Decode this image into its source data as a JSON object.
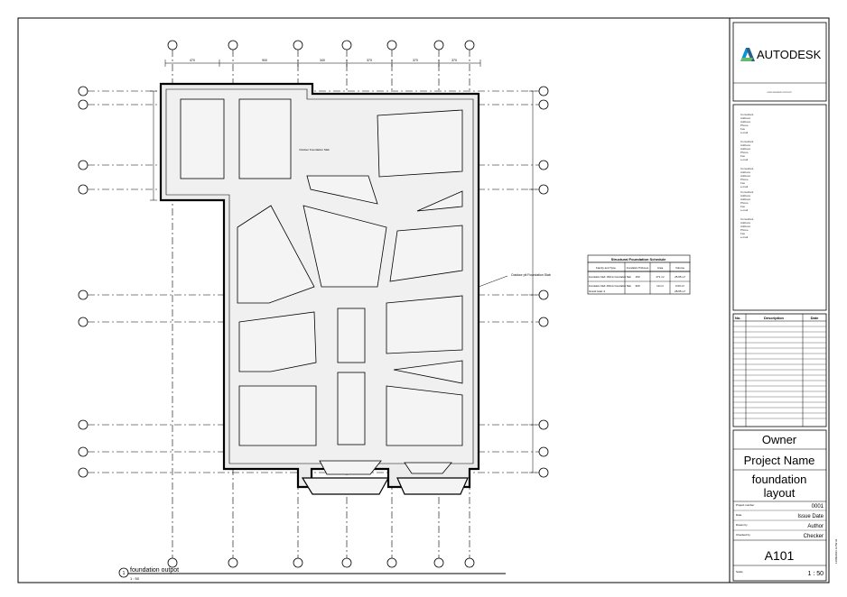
{
  "brand": {
    "name": "AUTODESK",
    "tagline": "www.autodesk.com/revit"
  },
  "plan": {
    "view_title": "foundation outpot",
    "view_number": "1",
    "view_scale": "1 : 50",
    "grid_bubbles_top": [
      "",
      "",
      "",
      "",
      "",
      "",
      ""
    ],
    "grid_bubbles_left": [
      "",
      "",
      "",
      "",
      "",
      "",
      "",
      "",
      ""
    ],
    "dims_top": [
      "470",
      "900",
      "340",
      "370",
      "370",
      "370"
    ],
    "notes": {
      "outdoor_slab": "Outdoor Foundation Slab",
      "callout": "Outdoor pit Foundation Slab"
    }
  },
  "schedule": {
    "title": "Structural Foundation Schedule",
    "headers": [
      "Family and Type",
      "Foundation Thickness",
      "Area",
      "Volume"
    ],
    "rows": [
      [
        "Foundation Slab: 150mm Foundation Slab",
        "150",
        "171 m²",
        "25.65 m³"
      ],
      [
        "Foundation Slab: 300mm Foundation Slab",
        "300",
        "10 m²",
        "3.00 m³"
      ]
    ],
    "total_label": "Grand total: 2",
    "total_value": "28.65 m³"
  },
  "consultants": [
    [
      "Consultant",
      "Address",
      "Address",
      "Phone",
      "Fax",
      "e-mail"
    ],
    [
      "Consultant",
      "Address",
      "Address",
      "Phone",
      "Fax",
      "e-mail"
    ],
    [
      "Consultant",
      "Address",
      "Address",
      "Phone",
      "Fax",
      "e-mail"
    ],
    [
      "Consultant",
      "Address",
      "Address",
      "Phone",
      "Fax",
      "e-mail"
    ],
    [
      "Consultant",
      "Address",
      "Address",
      "Phone",
      "Fax",
      "e-mail"
    ]
  ],
  "revisions": {
    "headers": [
      "No.",
      "Description",
      "Date"
    ]
  },
  "title_block": {
    "owner": "Owner",
    "project_name": "Project Name",
    "sheet_name_line1": "foundation",
    "sheet_name_line2": "layout",
    "fields": [
      {
        "label": "Project number",
        "value": "0001"
      },
      {
        "label": "Date",
        "value": "Issue Date"
      },
      {
        "label": "Drawn by",
        "value": "Author"
      },
      {
        "label": "Checked by",
        "value": "Checker"
      }
    ],
    "sheet_number": "A101",
    "scale_label": "Scale",
    "scale_value": "1 : 50",
    "timestamp": "11/09/2023 13:59:32"
  }
}
